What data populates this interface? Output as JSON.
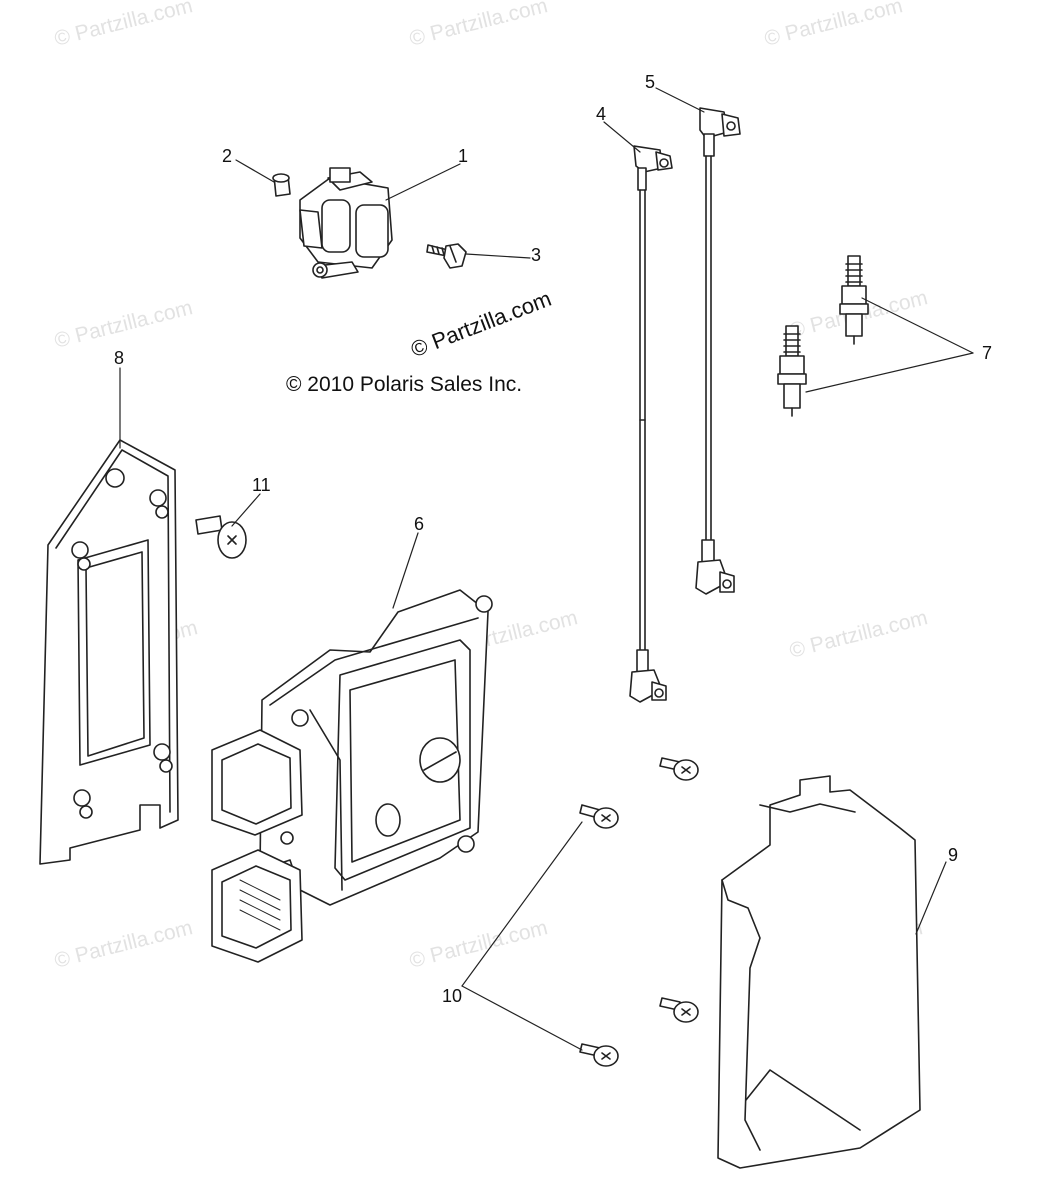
{
  "watermark": "© Partzilla.com",
  "copyright_partzilla": "© Partzilla.com",
  "copyright_polaris": "© 2010 Polaris Sales Inc.",
  "callouts": [
    "1",
    "2",
    "3",
    "4",
    "5",
    "6",
    "7",
    "8",
    "9",
    "10",
    "11"
  ]
}
